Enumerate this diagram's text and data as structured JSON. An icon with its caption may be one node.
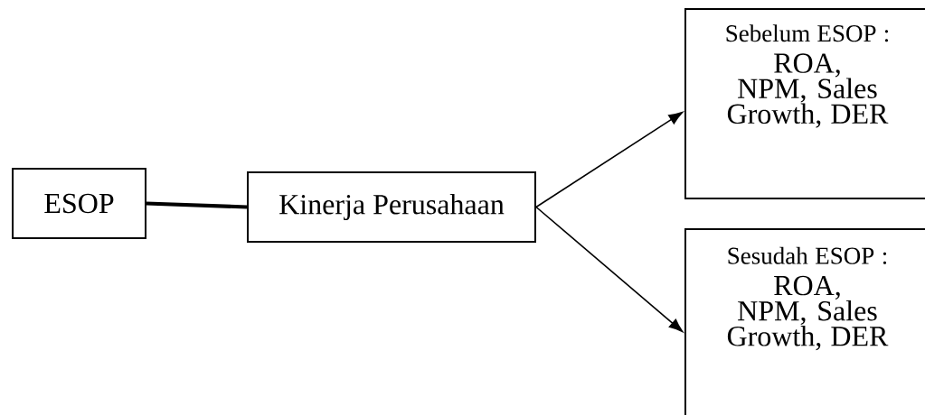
{
  "diagram": {
    "nodes": [
      {
        "text": [
          "ESOP"
        ]
      },
      {
        "text": [
          "Kinerja Perusahaan"
        ]
      },
      {
        "text": [
          "Sebelum ESOP :",
          "ROA, NPM, Sales Growth, DER"
        ]
      },
      {
        "text": [
          "Sesudah ESOP :",
          "ROA, NPM, Sales Growth, DER"
        ]
      }
    ],
    "edges": [
      {
        "from": 0,
        "to": 1,
        "arrow": "none",
        "style": "thick"
      },
      {
        "from": 1,
        "to": 2,
        "arrow": "to"
      },
      {
        "from": 1,
        "to": 3,
        "arrow": "to"
      }
    ]
  }
}
